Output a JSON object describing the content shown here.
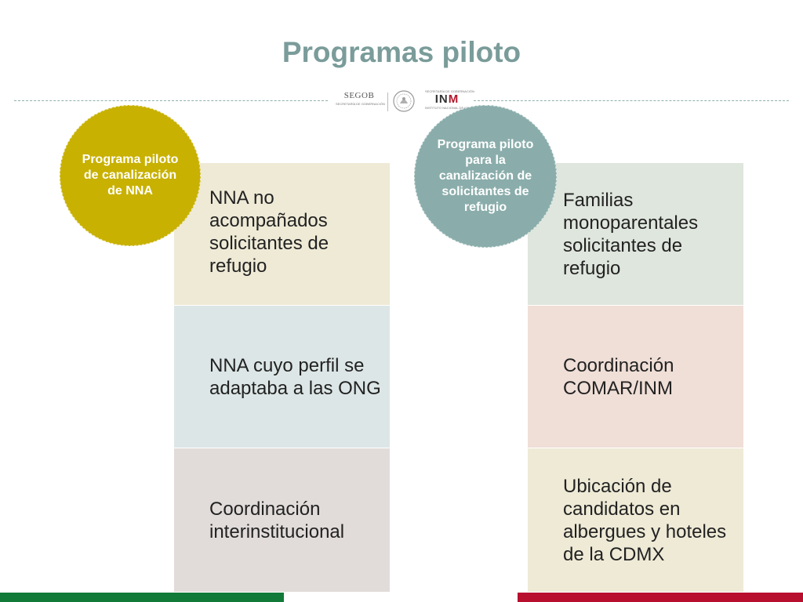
{
  "slide": {
    "title": "Programas piloto"
  },
  "logos": {
    "segob_name": "SEGOB",
    "segob_sub": "SECRETARÍA DE GOBERNACIÓN",
    "inm_top": "SECRETARÍA DE GOBERNACIÓN",
    "inm_name_a": "IN",
    "inm_name_b": "M",
    "inm_sub": "INSTITUTO NACIONAL DE MIGRACIÓN"
  },
  "programs": [
    {
      "bubble_label": "Programa piloto de canalización de NNA",
      "bubble_color": "#c8b100",
      "items": [
        {
          "text": "NNA no acompañados solicitantes de refugio",
          "bg": "#eeead6"
        },
        {
          "text": "NNA cuyo perfil se adaptaba a las ONG",
          "bg": "#dde6e6"
        },
        {
          "text": "Coordinación interinstitucional",
          "bg": "#e1dcda"
        }
      ]
    },
    {
      "bubble_label": "Programa piloto para la canalización de solicitantes de refugio",
      "bubble_color": "#8aadab",
      "items": [
        {
          "text": "Familias monoparentales solicitantes de refugio",
          "bg": "#dfe6dd"
        },
        {
          "text": "Coordinación COMAR/INM",
          "bg": "#f0dfd7"
        },
        {
          "text": "Ubicación de candidatos en albergues y hoteles de la CDMX",
          "bg": "#eeead6"
        }
      ]
    }
  ],
  "colors": {
    "title": "#7a9c9a",
    "footer_green": "#127a38",
    "footer_red": "#b80f2f"
  }
}
